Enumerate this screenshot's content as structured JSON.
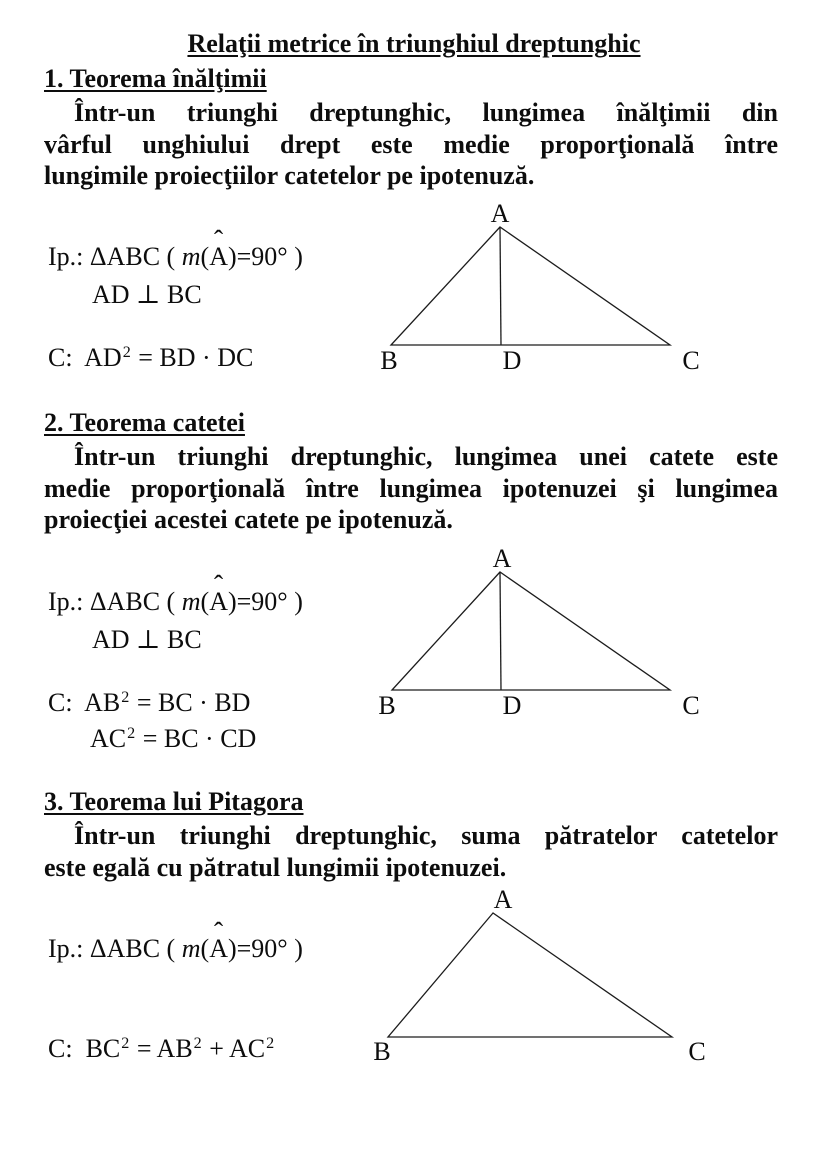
{
  "page": {
    "background": "#ffffff",
    "text_color": "#0d0d0d"
  },
  "title": "Relaţii metrice în triunghiul dreptunghic",
  "glyphs": {
    "hat": "ˆ"
  },
  "sections": [
    {
      "heading": "1. Teorema înălţimii",
      "paragraph_lines": [
        "Într-un triunghi dreptunghic, lungimea înălţimii din",
        "vârful unghiului drept este medie proporţională între",
        "lungimile proiecţiilor catetelor pe ipotenuză."
      ],
      "hypothesis": {
        "parts": [
          "Ip.: ΔABC ( ",
          "m",
          "(",
          "A",
          ")=90° )"
        ],
        "line2": "AD ⊥ BC"
      },
      "conclusion_lines": [
        [
          "C:  AD",
          "2",
          " = BD · DC"
        ]
      ],
      "diagram": {
        "vertex_a": "A",
        "vertex_b": "B",
        "vertex_c": "C",
        "foot_d": "D"
      }
    },
    {
      "heading": "2. Teorema catetei",
      "paragraph_lines": [
        "Într-un triunghi dreptunghic, lungimea unei catete este",
        "medie proporţională între lungimea ipotenuzei şi lungimea",
        "proiecţiei acestei catete pe ipotenuză."
      ],
      "hypothesis": {
        "parts": [
          "Ip.: ΔABC ( ",
          "m",
          "(",
          "A",
          ")=90° )"
        ],
        "line2": "AD ⊥ BC"
      },
      "conclusion_lines": [
        [
          "C:  AB",
          "2",
          " = BC · BD"
        ],
        [
          "AC",
          "2",
          " = BC · CD"
        ]
      ],
      "diagram": {
        "vertex_a": "A",
        "vertex_b": "B",
        "vertex_c": "C",
        "foot_d": "D"
      }
    },
    {
      "heading": "3. Teorema lui Pitagora",
      "paragraph_lines": [
        "Într-un triunghi dreptunghic, suma pătratelor catetelor",
        "este egală cu pătratul lungimii ipotenuzei."
      ],
      "hypothesis": {
        "parts": [
          "Ip.: ΔABC ( ",
          "m",
          "(",
          "A",
          ")=90° )"
        ]
      },
      "conclusion_lines": [
        [
          "C:  BC",
          "2",
          " = AB",
          "2",
          " + AC",
          "2"
        ]
      ],
      "diagram": {
        "vertex_a": "A",
        "vertex_b": "B",
        "vertex_c": "C"
      }
    }
  ]
}
